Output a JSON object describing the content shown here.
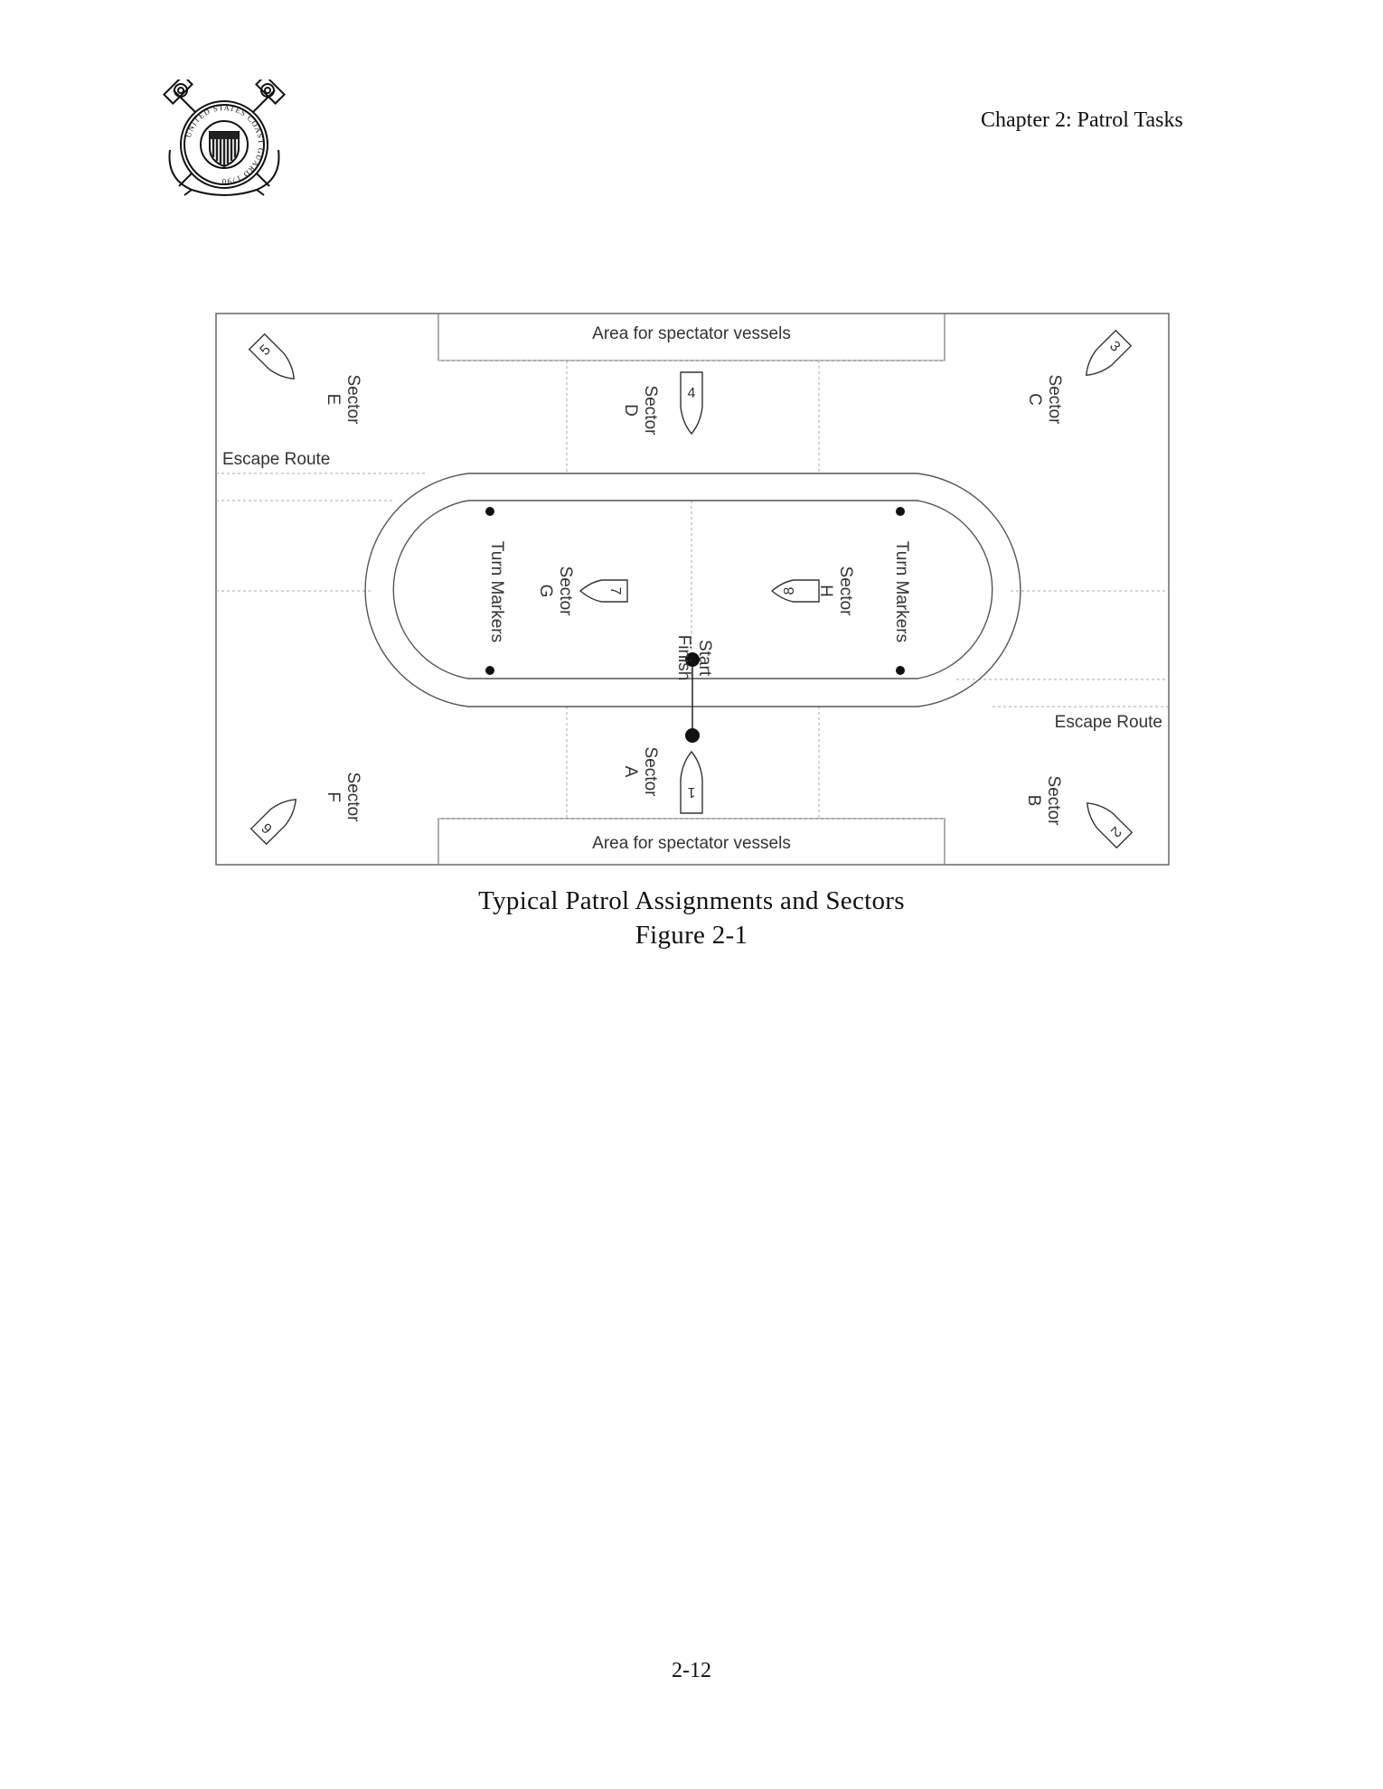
{
  "header": {
    "chapter_title": "Chapter 2:  Patrol Tasks",
    "seal_text": "UNITED STATES COAST GUARD 1790"
  },
  "figure": {
    "spectator_area_label": "Area for spectator vessels",
    "escape_route_label": "Escape Route",
    "turn_markers_label": "Turn Markers",
    "start_label": "Start",
    "finish_label": "Finish",
    "sector_word": "Sector",
    "sectors": [
      {
        "letter": "A",
        "vessel": "1"
      },
      {
        "letter": "B",
        "vessel": "2"
      },
      {
        "letter": "C",
        "vessel": "3"
      },
      {
        "letter": "D",
        "vessel": "4"
      },
      {
        "letter": "E",
        "vessel": "5"
      },
      {
        "letter": "F",
        "vessel": "6"
      },
      {
        "letter": "G",
        "vessel": "7"
      },
      {
        "letter": "H",
        "vessel": "8"
      }
    ]
  },
  "caption": {
    "title": "Typical Patrol Assignments and Sectors",
    "figure_number": "Figure 2-1"
  },
  "footer": {
    "page_number": "2-12"
  }
}
